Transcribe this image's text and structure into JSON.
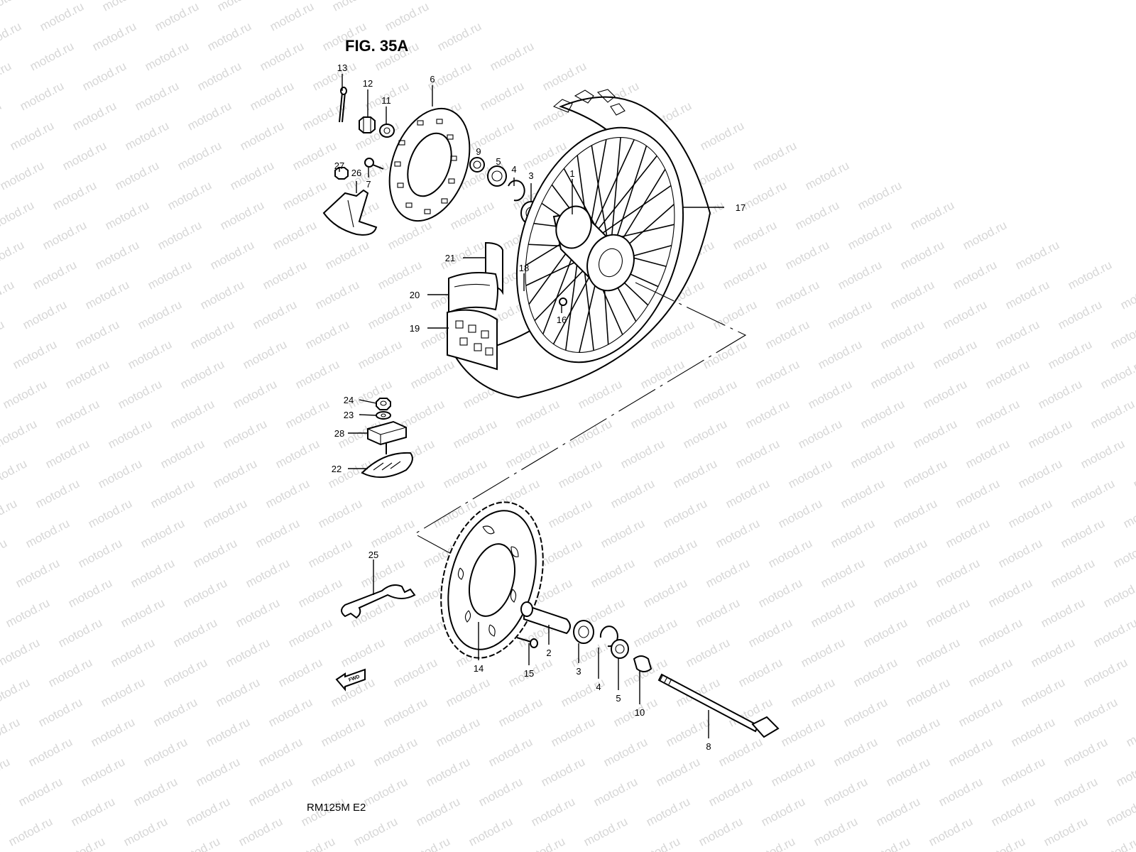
{
  "figure_title": "FIG. 35A",
  "model_code": "RM125M E2",
  "watermark_text": "motod.ru",
  "fwd_label": "FWD",
  "callouts": [
    "13",
    "12",
    "11",
    "6",
    "27",
    "26",
    "7",
    "9",
    "5",
    "4",
    "3",
    "1",
    "17",
    "21",
    "18",
    "20",
    "16",
    "19",
    "24",
    "23",
    "28",
    "22",
    "25",
    "14",
    "15",
    "2",
    "3",
    "4",
    "5",
    "10",
    "8"
  ]
}
